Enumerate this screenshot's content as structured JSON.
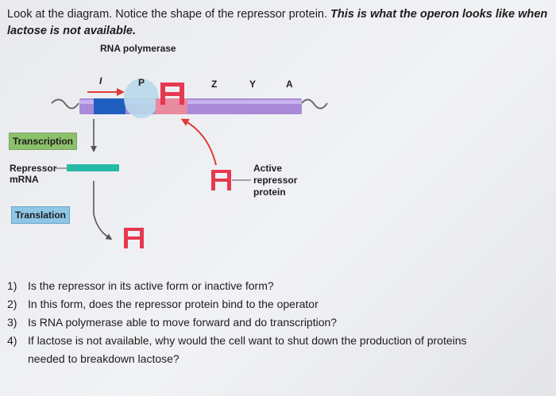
{
  "intro": {
    "plain": "Look at the diagram. Notice the shape of the repressor protein. ",
    "emph": "This is what the operon looks like when lactose is not available."
  },
  "diagram": {
    "rna_polymerase": "RNA polymerase",
    "gene_i": "I",
    "promoter": "P",
    "gene_z": "Z",
    "gene_y": "Y",
    "gene_a": "A",
    "transcription": "Transcription",
    "repressor_mrna_1": "Repressor",
    "repressor_mrna_2": "mRNA",
    "translation": "Translation",
    "active_repressor_1": "Active",
    "active_repressor_2": "repressor",
    "active_repressor_3": "protein",
    "colors": {
      "dna": "#a98ad8",
      "gene_i": "#1f5fbf",
      "operator": "#e84a5f",
      "repressor": "#e53950",
      "mrna": "#27b9a7",
      "polymerase": "#b8d8ea",
      "transcription_box": "#8dc06a",
      "translation_box": "#8ec7e6"
    }
  },
  "questions": [
    {
      "num": "1)",
      "text": "Is the repressor in its active form or inactive form?"
    },
    {
      "num": "2)",
      "text": "In this form, does the repressor protein bind to the operator"
    },
    {
      "num": "3)",
      "text": "Is RNA polymerase able to move forward and do transcription?"
    },
    {
      "num": "4)",
      "text": "If lactose is not available, why would the cell want to shut down the production of proteins"
    },
    {
      "num": "",
      "text": "needed to breakdown lactose?"
    }
  ]
}
